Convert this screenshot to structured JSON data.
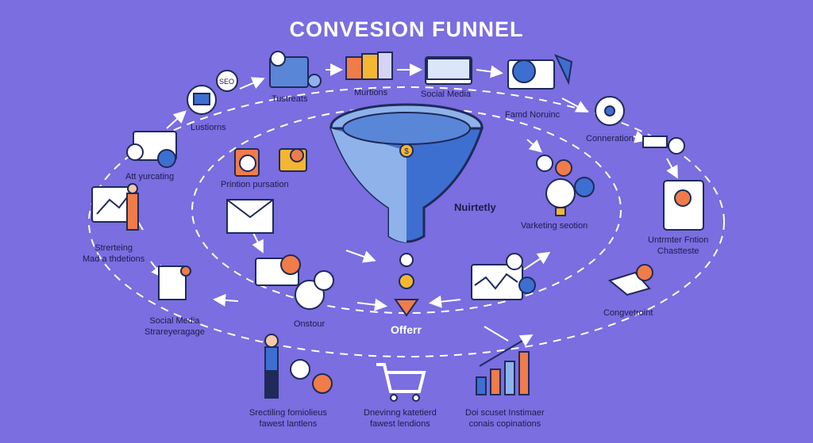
{
  "title": "CONVESION FUNNEL",
  "center": {
    "funnel_label": "Nuirtetly",
    "offer_label": "Offerr"
  },
  "nodes": {
    "seo_badge": "SEO",
    "tustreats": "Tustreats",
    "murtions": "Murtions",
    "social_media_top": "Social Media",
    "famd_noruinc": "Famd Noruinc",
    "conneration": "Conneration",
    "lustiorns": "Lustiorns",
    "att_yurcating": "Att yurcating",
    "printion_pursation": "Printion pursation",
    "strerteing": [
      "Strerteing",
      "Mad a thdetions"
    ],
    "social_media_strategy": [
      "Social Media",
      "Strareyeragage"
    ],
    "onstour": "Onstour",
    "varketing_section": "Varketing seotion",
    "untrmter_fntion": [
      "Untrmter Fntion",
      "Chastteste"
    ],
    "congvetroint": "Congvetroint",
    "bottom_left": [
      "Srectiling fomiolieus",
      "fawest lantlens"
    ],
    "bottom_center": [
      "Dnevinng katetierd",
      "fawest lendions"
    ],
    "bottom_right": [
      "Doi scuset Instimaer",
      "conais copinations"
    ]
  },
  "colors": {
    "background": "#7a6ee0",
    "navy": "#1e2a5a",
    "funnel_light": "#8fb2ea",
    "funnel_dark": "#3d6fd1",
    "orange": "#f07c4a",
    "gold": "#f5b731"
  }
}
